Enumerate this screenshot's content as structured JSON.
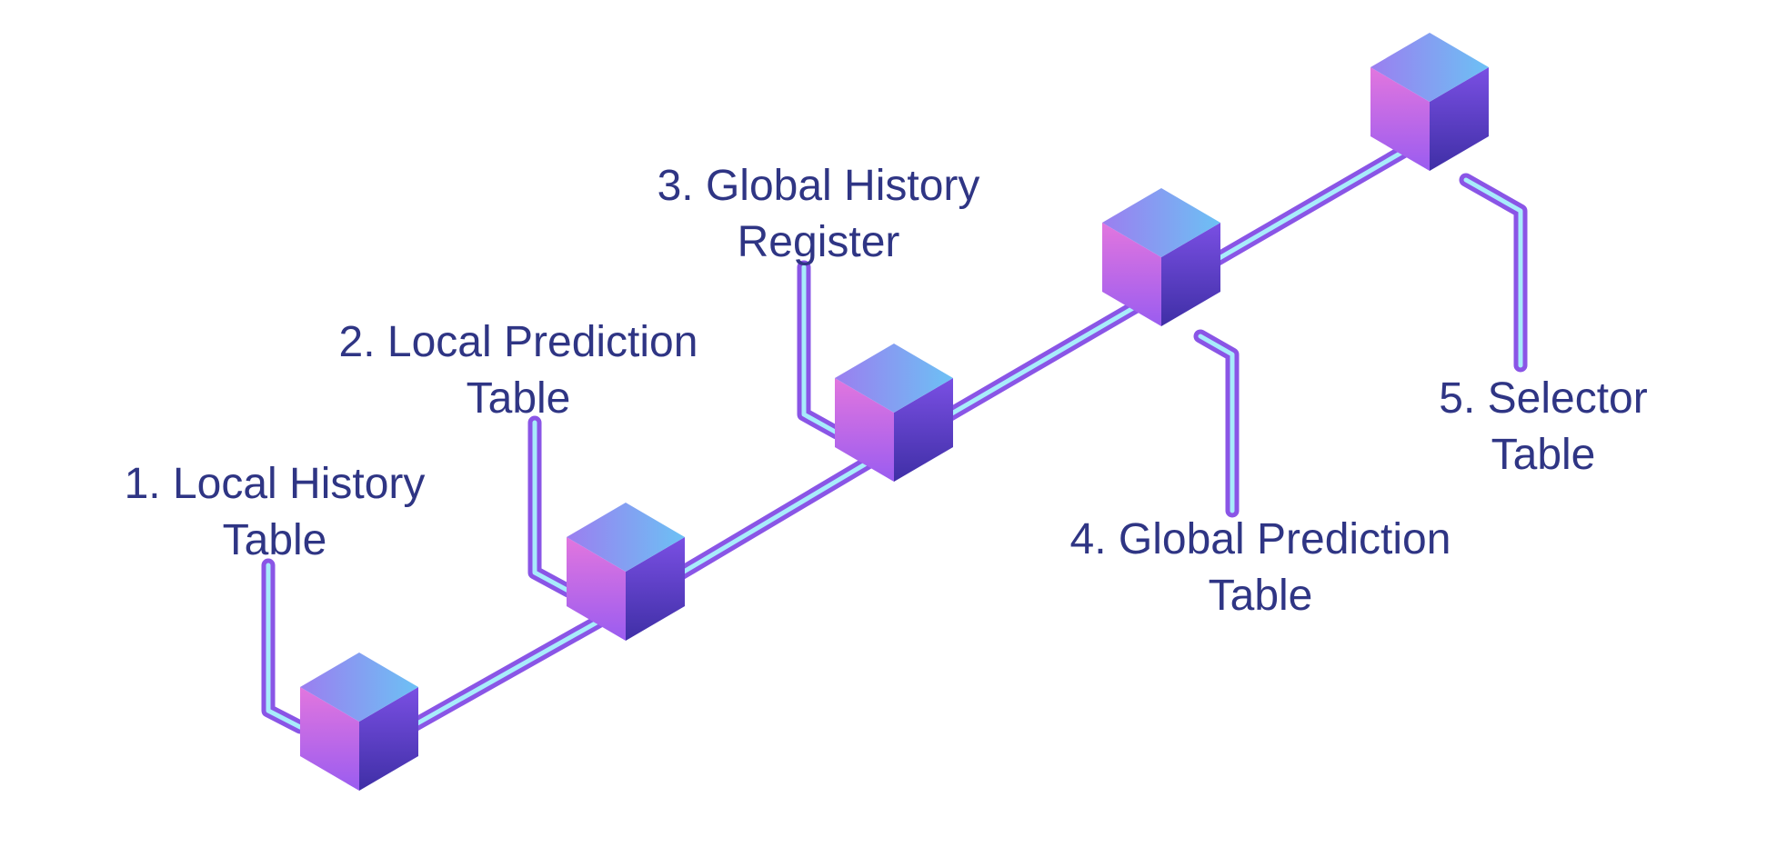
{
  "colors": {
    "text": "#2f3584",
    "wire_outer": "#8a55e6",
    "wire_inner": "#a8ecfb",
    "cube_top_start": "#9b7ef0",
    "cube_top_end": "#6cc1f4",
    "cube_left_start": "#e276de",
    "cube_left_end": "#9a5cf0",
    "cube_right_start": "#7a4fe3",
    "cube_right_end": "#3f2fa6"
  },
  "nodes": [
    {
      "name": "local-history-table",
      "line1": "1. Local History",
      "line2": "Table"
    },
    {
      "name": "local-prediction-table",
      "line1": "2. Local Prediction",
      "line2": "Table"
    },
    {
      "name": "global-history-register",
      "line1": "3. Global History",
      "line2": "Register"
    },
    {
      "name": "global-prediction-table",
      "line1": "4. Global Prediction",
      "line2": "Table"
    },
    {
      "name": "selector-table",
      "line1": "5. Selector",
      "line2": "Table"
    }
  ]
}
